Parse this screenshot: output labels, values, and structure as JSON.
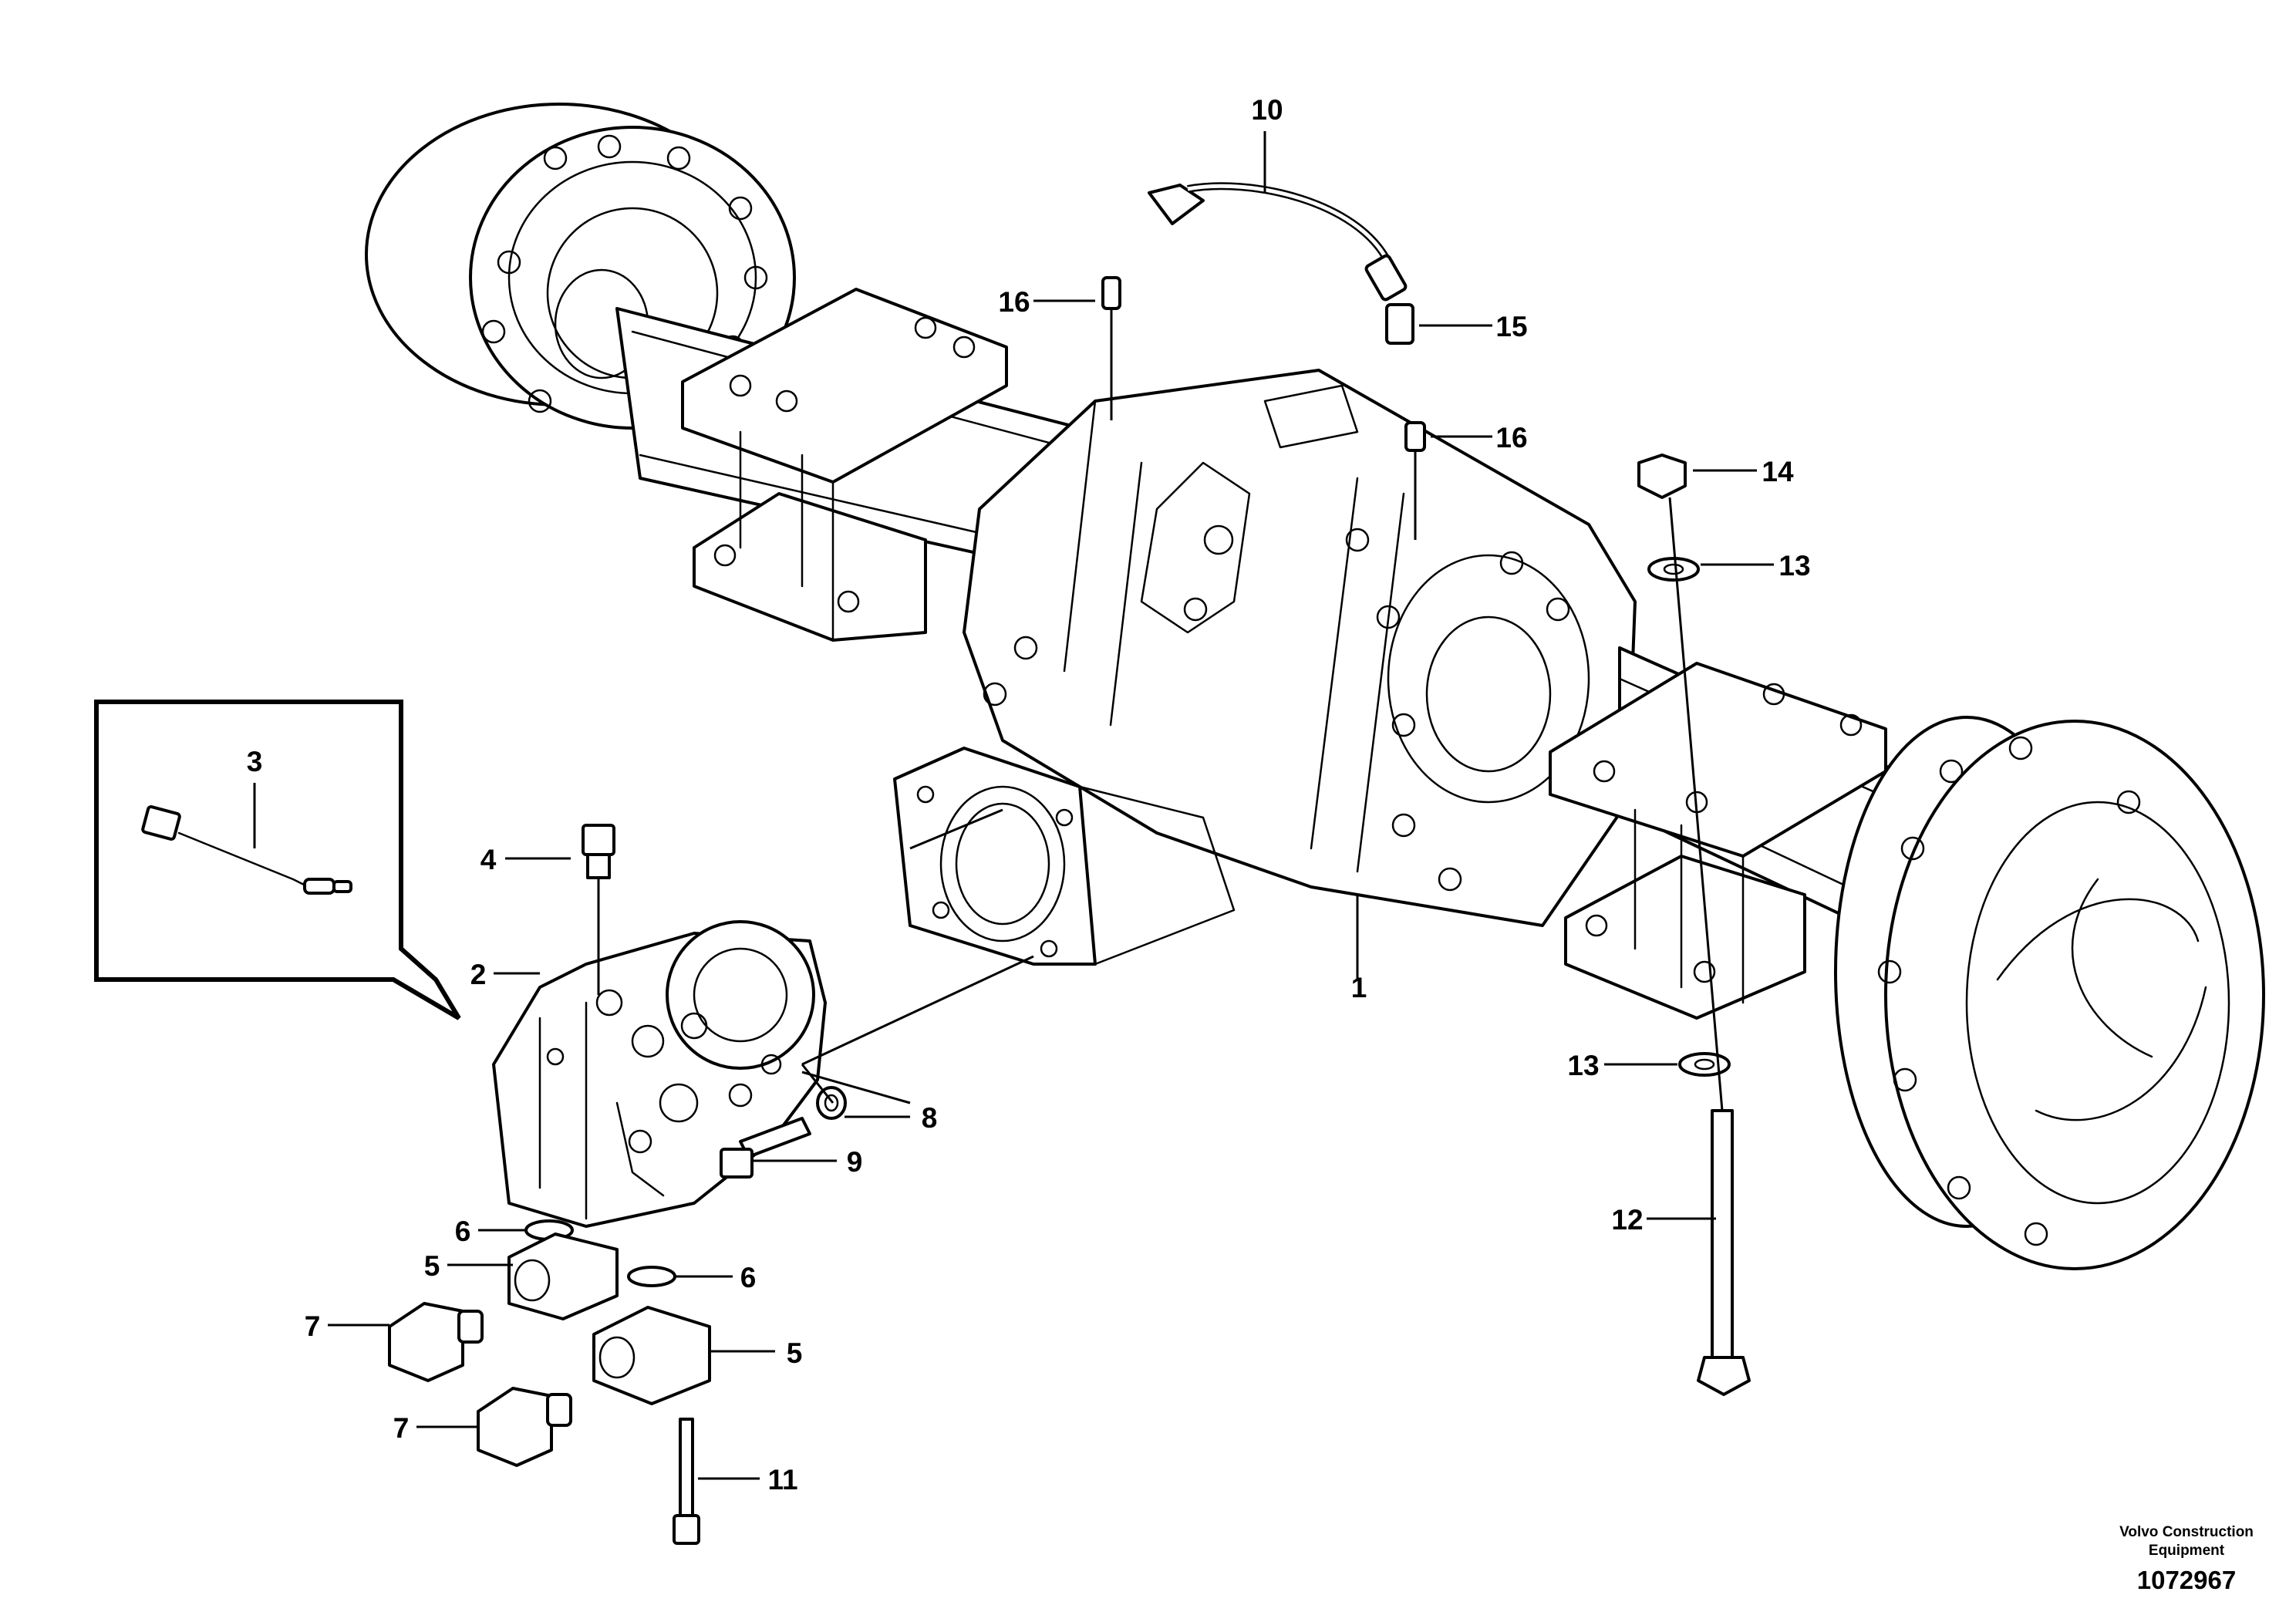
{
  "callouts": [
    {
      "id": "1",
      "label": "1"
    },
    {
      "id": "2",
      "label": "2"
    },
    {
      "id": "3",
      "label": "3"
    },
    {
      "id": "4",
      "label": "4"
    },
    {
      "id": "5a",
      "label": "5"
    },
    {
      "id": "5b",
      "label": "5"
    },
    {
      "id": "6a",
      "label": "6"
    },
    {
      "id": "6b",
      "label": "6"
    },
    {
      "id": "7a",
      "label": "7"
    },
    {
      "id": "7b",
      "label": "7"
    },
    {
      "id": "8",
      "label": "8"
    },
    {
      "id": "9",
      "label": "9"
    },
    {
      "id": "10",
      "label": "10"
    },
    {
      "id": "11",
      "label": "11"
    },
    {
      "id": "12",
      "label": "12"
    },
    {
      "id": "13a",
      "label": "13"
    },
    {
      "id": "13b",
      "label": "13"
    },
    {
      "id": "14",
      "label": "14"
    },
    {
      "id": "15",
      "label": "15"
    },
    {
      "id": "16a",
      "label": "16"
    },
    {
      "id": "16b",
      "label": "16"
    }
  ],
  "credit": {
    "line1": "Volvo Construction",
    "line2": "Equipment"
  },
  "document_number": "1072967"
}
